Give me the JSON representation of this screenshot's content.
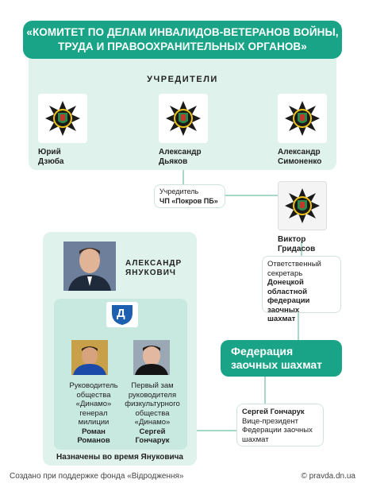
{
  "title": {
    "line1": "«КОМИТЕТ ПО ДЕЛАМ ИНВАЛИДОВ-ВЕТЕРАНОВ ВОЙНЫ,",
    "line2": "ТРУДА И ПРАВООХРАНИТЕЛЬНЫХ ОРГАНОВ»"
  },
  "founders": {
    "heading": "УЧРЕДИТЕЛИ",
    "people": [
      {
        "line1": "Юрий",
        "line2": "Дзюба"
      },
      {
        "line1": "Александр",
        "line2": "Дьяков"
      },
      {
        "line1": "Александр",
        "line2": "Симоненко"
      }
    ]
  },
  "founder_company": {
    "line1": "Учредитель",
    "line2": "ЧП «Покров ПБ»"
  },
  "gridasov": {
    "line1": "Виктор",
    "line2": "Гридасов"
  },
  "secretary_note": [
    "Ответственный",
    "секретарь",
    "Донецкой областной",
    "федерации заочных",
    "шахмат"
  ],
  "federation": {
    "line1": "Федерация",
    "line2": "заочных шахмат"
  },
  "yanukovich": {
    "line1": "АЛЕКСАНДР",
    "line2": "ЯНУКОВИЧ"
  },
  "dynamo_logo_letter": "Д",
  "romanov": {
    "role": [
      "Руководитель",
      "общества",
      "«Динамо»",
      "генерал",
      "милиции"
    ],
    "name": [
      "Роман",
      "Романов"
    ]
  },
  "goncharuk_deputy": {
    "role": [
      "Первый зам",
      "руководителя",
      "физкультурного",
      "общества",
      "«Динамо»"
    ],
    "name": [
      "Сергей",
      "Гончарук"
    ]
  },
  "appointed_label": "Назначены во время Януковича",
  "goncharuk_vp": {
    "name": "Сергей Гончарук",
    "role": [
      "Вице-президент",
      "Федерации заочных",
      "шахмат"
    ]
  },
  "footer": {
    "left": "Создано при поддержке фонда «Відродження»",
    "right": "© pravda.dn.ua"
  },
  "colors": {
    "accent": "#19a487",
    "panel": "#dff2ec",
    "inner_panel": "#c8e9df",
    "connector": "#a8d8c8"
  },
  "icons": [
    "police-emblem-icon",
    "dynamo-logo-icon"
  ]
}
